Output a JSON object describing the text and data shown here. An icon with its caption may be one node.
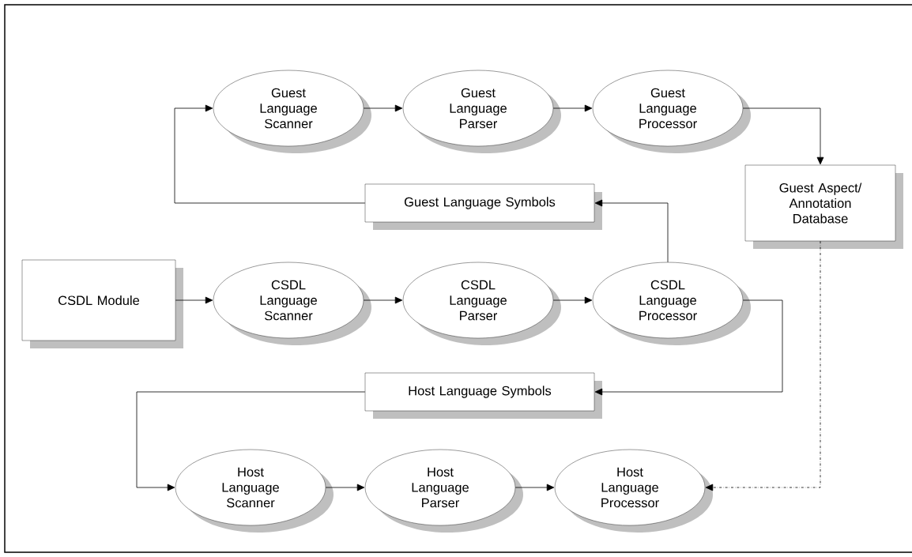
{
  "diagram": {
    "nodes": [
      {
        "text": [
          "Guest Language Scanner"
        ]
      },
      {
        "text": [
          "Guest Language Parser"
        ]
      },
      {
        "text": [
          "Guest Language Processor"
        ]
      },
      {
        "text": [
          "Guest Aspect/ Annotation Database"
        ]
      },
      {
        "text": [
          "Guest Language Symbols"
        ]
      },
      {
        "text": [
          "CSDL Module"
        ]
      },
      {
        "text": [
          "CSDL Language Scanner"
        ]
      },
      {
        "text": [
          "CSDL Language Parser"
        ]
      },
      {
        "text": [
          "CSDL Language Processor"
        ]
      },
      {
        "text": [
          "Host Language Symbols"
        ]
      },
      {
        "text": [
          "Host Language Scanner"
        ]
      },
      {
        "text": [
          "Host Language Parser"
        ]
      },
      {
        "text": [
          "Host Language Processor"
        ]
      }
    ],
    "edges": [
      {
        "from": 0,
        "to": 1,
        "arrow": "to"
      },
      {
        "from": 1,
        "to": 2,
        "arrow": "to"
      },
      {
        "from": 2,
        "to": 3,
        "arrow": "to"
      },
      {
        "from": 8,
        "to": 4,
        "arrow": "to"
      },
      {
        "from": 4,
        "to": 0,
        "arrow": "to"
      },
      {
        "from": 5,
        "to": 6,
        "arrow": "to"
      },
      {
        "from": 6,
        "to": 7,
        "arrow": "to"
      },
      {
        "from": 7,
        "to": 8,
        "arrow": "to"
      },
      {
        "from": 8,
        "to": 9,
        "arrow": "to"
      },
      {
        "from": 9,
        "to": 10,
        "arrow": "to"
      },
      {
        "from": 10,
        "to": 11,
        "arrow": "to"
      },
      {
        "from": 11,
        "to": 12,
        "arrow": "to"
      },
      {
        "from": 3,
        "to": 12,
        "arrow": "to",
        "style": "dashed"
      }
    ]
  }
}
